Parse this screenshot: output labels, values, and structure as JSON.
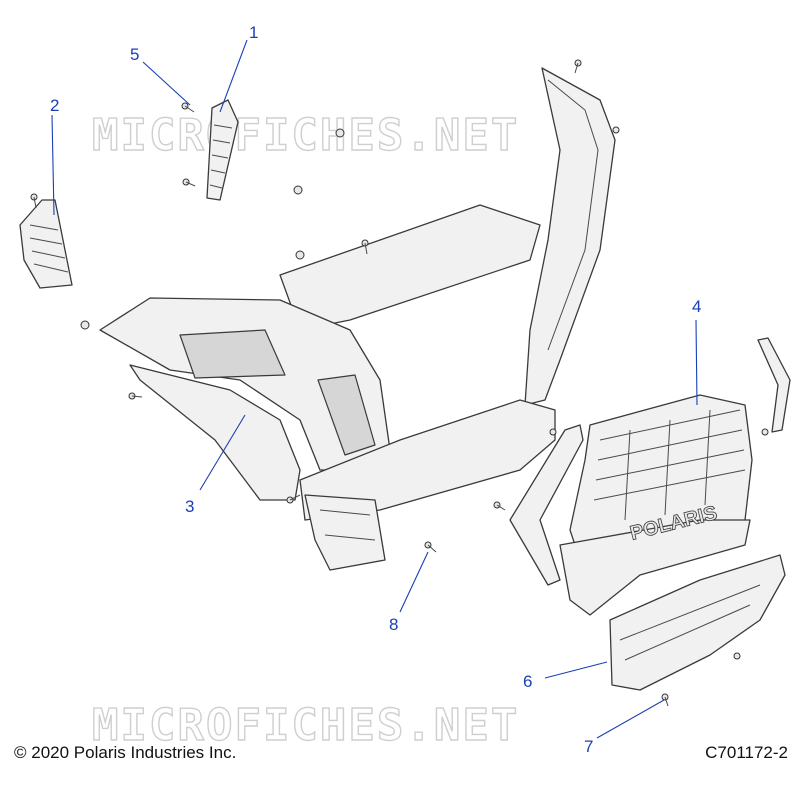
{
  "watermark_text": "MICROFICHES.NET",
  "footer": {
    "copyright": "© 2020 Polaris Industries Inc.",
    "figure_id": "C701172-2"
  },
  "grille_logo": "POLARIS",
  "callouts": [
    "1",
    "2",
    "3",
    "4",
    "5",
    "6",
    "7",
    "8"
  ],
  "colors": {
    "callout": "#1a3fb5",
    "outline": "#3a3a3a",
    "part_fill": "#f1f1f1",
    "watermark": "#cfcfcf"
  }
}
